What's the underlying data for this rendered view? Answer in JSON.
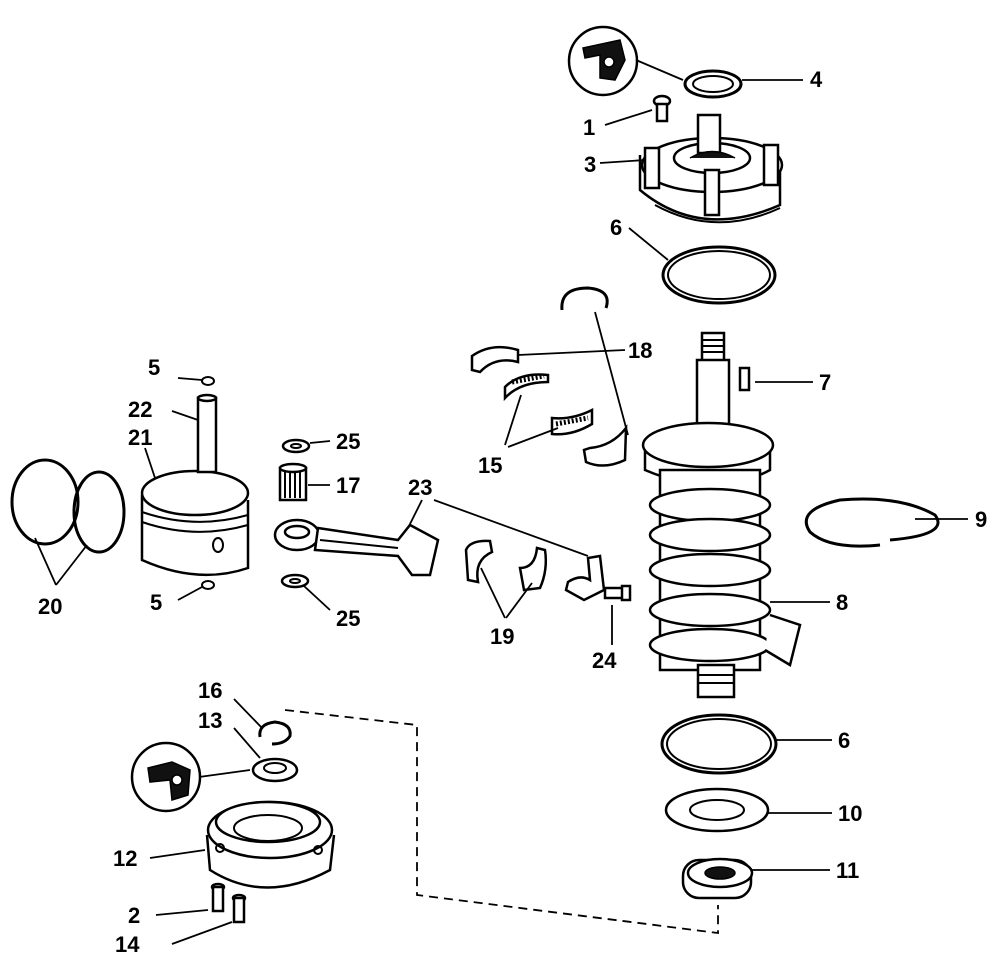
{
  "callouts": {
    "c1": "1",
    "c2": "2",
    "c3": "3",
    "c4": "4",
    "c5a": "5",
    "c5b": "5",
    "c6a": "6",
    "c6b": "6",
    "c7": "7",
    "c8": "8",
    "c9": "9",
    "c10": "10",
    "c11": "11",
    "c12": "12",
    "c13": "13",
    "c14": "14",
    "c15": "15",
    "c16": "16",
    "c17": "17",
    "c18": "18",
    "c19": "19",
    "c20": "20",
    "c21": "21",
    "c22": "22",
    "c23": "23",
    "c24": "24",
    "c25a": "25",
    "c25b": "25"
  }
}
